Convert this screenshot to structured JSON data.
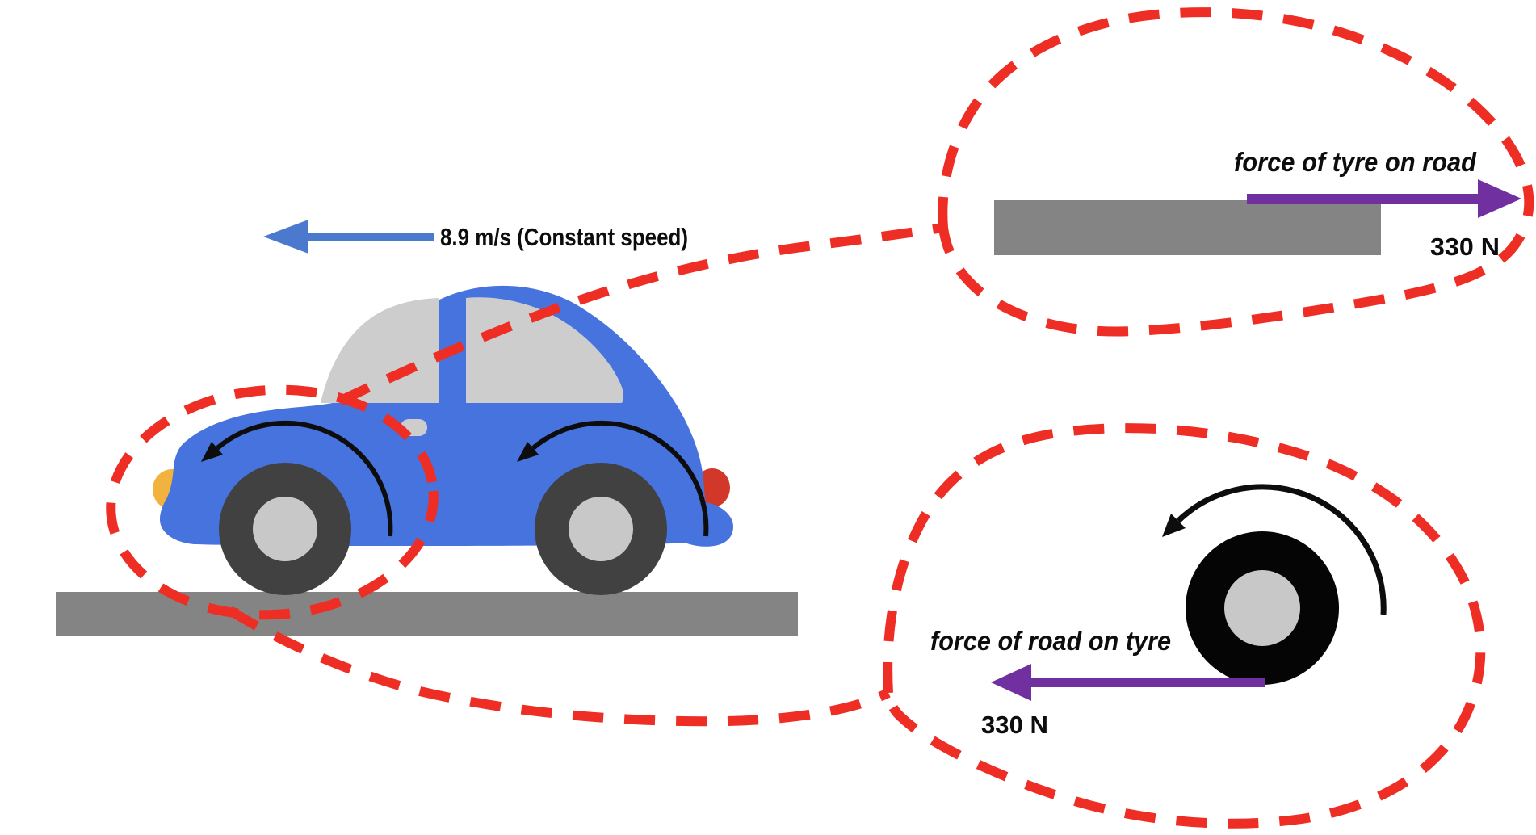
{
  "velocity": {
    "label": "8.9 m/s  (Constant speed)"
  },
  "insets": {
    "top": {
      "label": "force of tyre on road",
      "value": "330 N"
    },
    "bottom": {
      "label": "force of road on tyre",
      "value": "330 N"
    }
  },
  "colors": {
    "car_blue": "#4673DD",
    "window_gray": "#CDCDCD",
    "wheel_dark": "#414141",
    "hub_gray": "#C8C8C8",
    "inset_wheel_black": "#050505",
    "road_gray": "#848484",
    "dash_red": "#EE2E24",
    "force_purple": "#7030A0",
    "velocity_blue": "#4B79CE",
    "headlight_yellow": "#F2B23E",
    "taillight_red": "#D2382A",
    "ink": "#0d0d0d"
  }
}
